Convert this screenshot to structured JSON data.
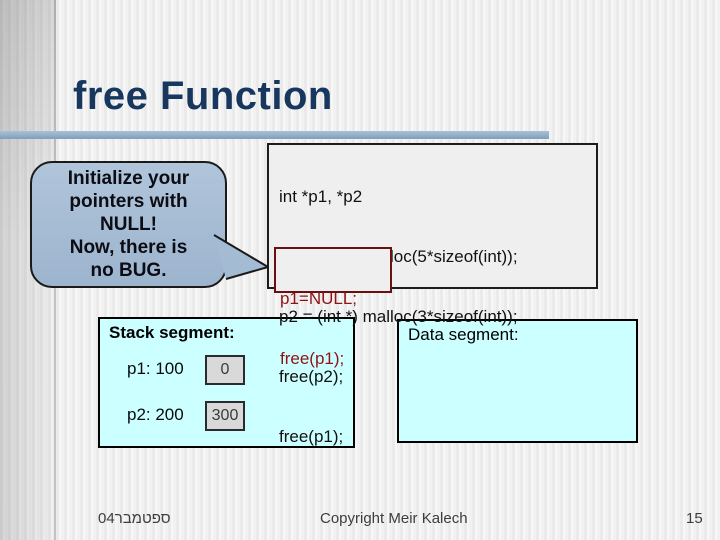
{
  "title": "free Function",
  "bubble": {
    "lines": [
      "Initialize your",
      "pointers with",
      "NULL!",
      "Now, there is",
      "no BUG."
    ]
  },
  "code": {
    "normal_lines": [
      "int *p1, *p2",
      "p1 = (int *) malloc(5*sizeof(int));",
      "p2 = (int *) malloc(3*sizeof(int));",
      "free(p2);",
      "free(p1);"
    ],
    "highlighted_lines": [
      "p1=NULL;",
      "free(p1);"
    ]
  },
  "stack": {
    "title": "Stack segment:",
    "rows": [
      {
        "label": "p1: 100",
        "value": "0"
      },
      {
        "label": "p2: 200",
        "value": "300"
      }
    ]
  },
  "data_segment": {
    "title": "Data segment:"
  },
  "footer": {
    "date": "ספטמבר04",
    "copyright": "Copyright Meir Kalech",
    "page": "15"
  },
  "colors": {
    "title_navy": "#17375E",
    "rule_blue": "#7E9FBE",
    "bubble_fill": "#A7BDD6",
    "highlight_red": "#8E1414",
    "segment_cyan": "#CCFFFF",
    "cell_gray": "#D9D9D9",
    "code_bg": "#EFEFEF"
  }
}
